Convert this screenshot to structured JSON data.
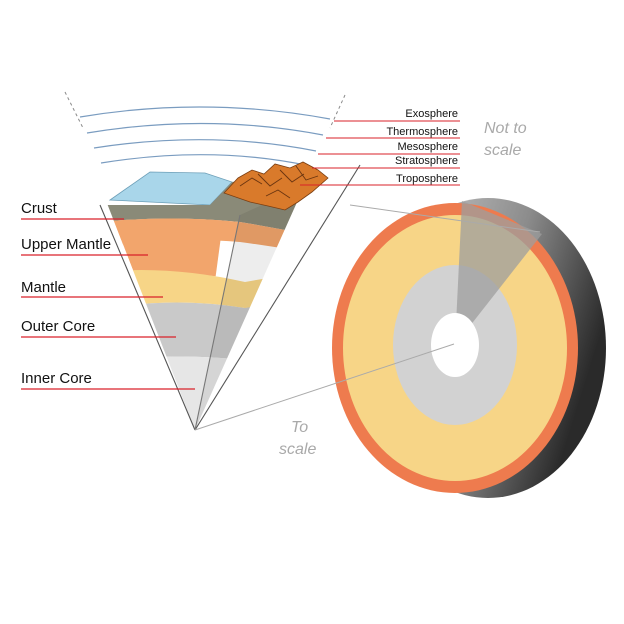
{
  "layers": [
    {
      "name": "Crust",
      "color": "#8a8a78"
    },
    {
      "name": "Upper Mantle",
      "color": "#f2a56c"
    },
    {
      "name": "Mantle",
      "color": "#f7d587"
    },
    {
      "name": "Outer Core",
      "color": "#c9c9c9"
    },
    {
      "name": "Inner Core",
      "color": "#e6e6e6"
    }
  ],
  "atmosphere": [
    {
      "name": "Exosphere"
    },
    {
      "name": "Thermosphere"
    },
    {
      "name": "Mesosphere"
    },
    {
      "name": "Stratosphere"
    },
    {
      "name": "Troposphere"
    }
  ],
  "notes": {
    "not_to_scale_line1": "Not to",
    "not_to_scale_line2": "scale",
    "to_scale_line1": "To",
    "to_scale_line2": "scale"
  },
  "colors": {
    "leader_line": "#d9222a",
    "atmosphere_line": "#7a9cc0",
    "ocean": "#a9d6ea",
    "mountain": "#d97a2b",
    "outline": "#555555"
  }
}
